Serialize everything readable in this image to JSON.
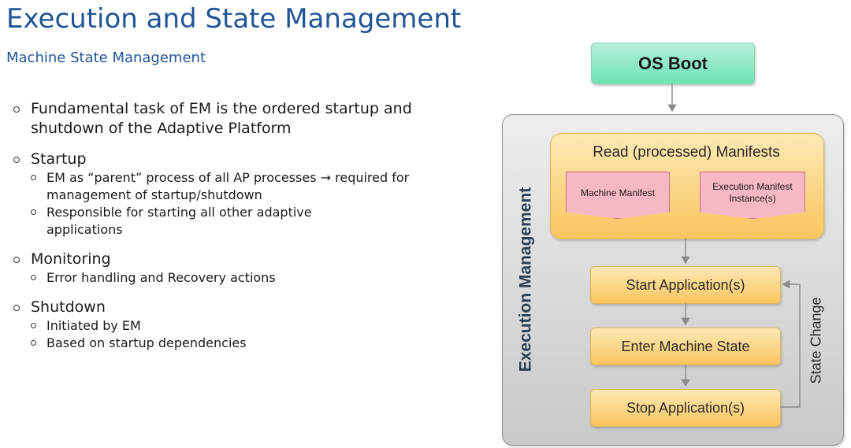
{
  "title": "Execution and State Management",
  "subtitle": "Machine State Management",
  "bullets": [
    {
      "text": "Fundamental task of EM is the ordered startup and shutdown of the Adaptive Platform",
      "subs": []
    },
    {
      "text": "Startup",
      "subs": [
        "EM as “parent” process of all AP processes → required for management of startup/shutdown",
        "Responsible for starting all other adaptive applications"
      ]
    },
    {
      "text": "Monitoring",
      "subs": [
        "Error handling and Recovery actions"
      ]
    },
    {
      "text": "Shutdown",
      "subs": [
        "Initiated by EM",
        "Based on startup dependencies"
      ]
    }
  ],
  "diagram": {
    "os_boot": "OS Boot",
    "em_label": "Execution Management",
    "manifests_title": "Read (processed) Manifests",
    "doc_machine": "Machine Manifest",
    "doc_execution": "Execution Manifest Instance(s)",
    "steps": [
      "Start Application(s)",
      "Enter Machine State",
      "Stop Application(s)"
    ],
    "state_change": "State Change",
    "colors": {
      "os_boot": "#6ee3b6",
      "step": "#f9c55f",
      "doc": "#f7b8c5",
      "title": "#1f5597"
    }
  }
}
